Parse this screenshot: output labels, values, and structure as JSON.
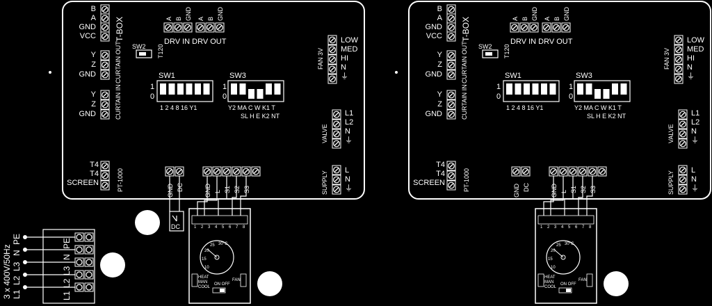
{
  "tbox": [
    "B",
    "A",
    "GND",
    "VCC"
  ],
  "tbox_title": "T-BOX",
  "drv_pins": [
    "A",
    "B",
    "GND",
    "A",
    "B",
    "GND"
  ],
  "drv_label": "DRV IN DRV OUT",
  "sw2": "SW2",
  "t120": "T120",
  "curtain_out": [
    "Y",
    "Z",
    "GND"
  ],
  "curtain_out_title": "CURTAIN OUT",
  "curtain_in": [
    "Y",
    "Z",
    "GND"
  ],
  "curtain_in_title": "CURTAIN IN",
  "sw1": "SW1",
  "sw1_bits": [
    "1",
    "0"
  ],
  "sw1_labels": "1  2  4  8  16  Y1",
  "sw3": "SW3",
  "sw3_bits": [
    "1",
    "0"
  ],
  "sw3_labels_top": "Y2 MA C W K1 T",
  "sw3_labels_bottom": "SL H E K2 NT",
  "fan": [
    "LOW",
    "MED",
    "HI",
    "N",
    "⏚"
  ],
  "fan_title": "FAN 3V",
  "valve": [
    "L1",
    "L2",
    "N",
    "⏚"
  ],
  "valve_title": "VALVE",
  "supply": [
    "L",
    "N",
    "⏚"
  ],
  "supply_title": "SUPPLY",
  "t4": [
    "T4",
    "T4",
    "SCREEN"
  ],
  "pt_title": "PT-1000",
  "gnd_dc": [
    "GND",
    "DC"
  ],
  "bottom_terms": [
    "GND",
    "L",
    "S1",
    "S2",
    "S3"
  ],
  "dc_box": "DC",
  "thermo_pins": [
    "1",
    "2",
    "3",
    "4",
    "5",
    "6",
    "7",
    "8"
  ],
  "thermo_dial": [
    "10",
    "15",
    "20",
    "25",
    "30°C"
  ],
  "thermo_sw": [
    "HEAT",
    "MAN",
    "COOL",
    "ON OFF",
    "FAN"
  ],
  "power": {
    "lines": [
      "L1",
      "L2",
      "L3",
      "N",
      "PE"
    ],
    "title": "3 x 400V/50Hz",
    "block": [
      "L1",
      "L2",
      "L3",
      "N",
      "PE"
    ]
  }
}
